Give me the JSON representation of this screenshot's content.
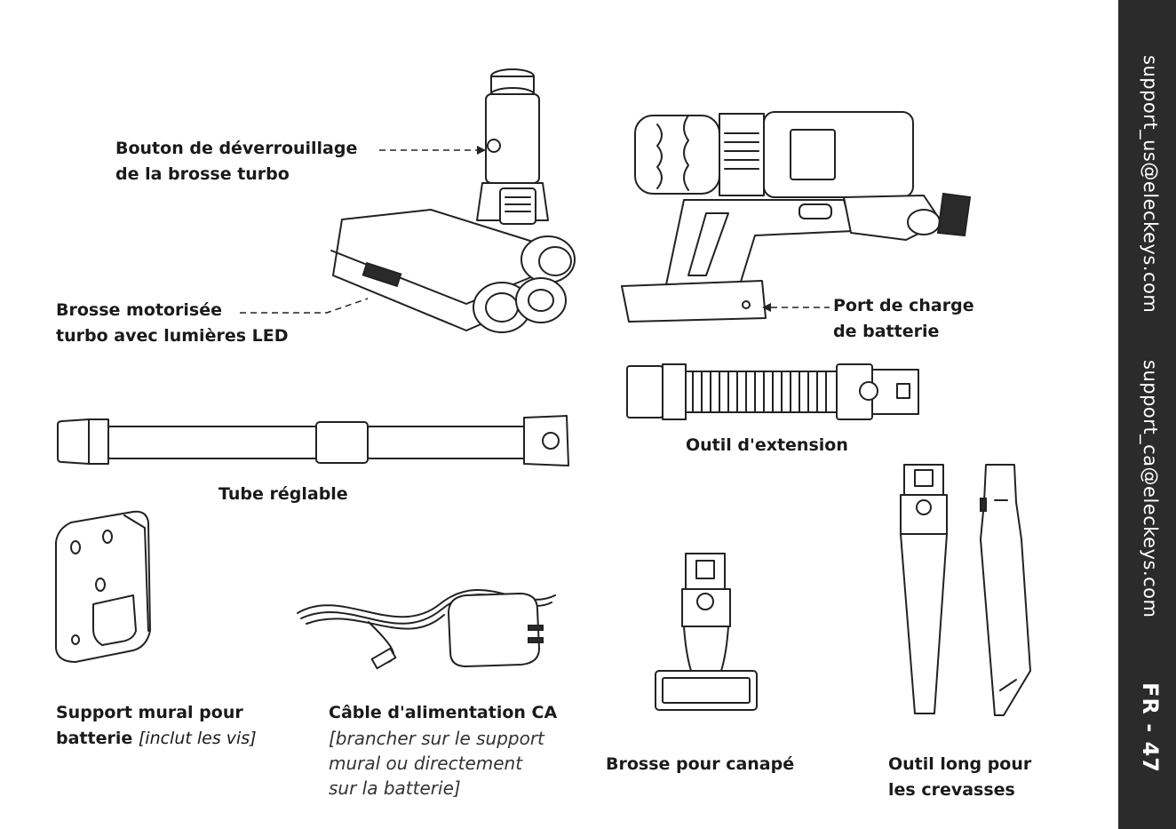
{
  "labels": {
    "unlock_line1": "Bouton de déverrouillage",
    "unlock_line2": "de la brosse turbo",
    "brush_line1": "Brosse motorisée",
    "brush_line2": "turbo avec lumières LED",
    "charge_line1": "Port de charge",
    "charge_line2": "de batterie",
    "extension": "Outil d'extension",
    "tube": "Tube réglable",
    "mount_line1": "Support mural pour",
    "mount_line2_bold": "batterie",
    "mount_line2_italic": "[inclut les vis]",
    "cable_title": "Câble d'alimentation CA",
    "cable_line1": "[brancher sur le support",
    "cable_line2": "mural ou directement",
    "cable_line3": "sur la batterie]",
    "sofa_brush": "Brosse pour canapé",
    "crevice_line1": "Outil long pour",
    "crevice_line2": "les crevasses"
  },
  "sidebar": {
    "email_us": "support_us@eleckeys.com",
    "email_ca": "support_ca@eleckeys.com",
    "page_label": "FR - 47"
  },
  "colors": {
    "sidebar_bg": "#2b2b2b",
    "sidebar_text": "#ffffff",
    "ink": "#1a1a1a"
  }
}
